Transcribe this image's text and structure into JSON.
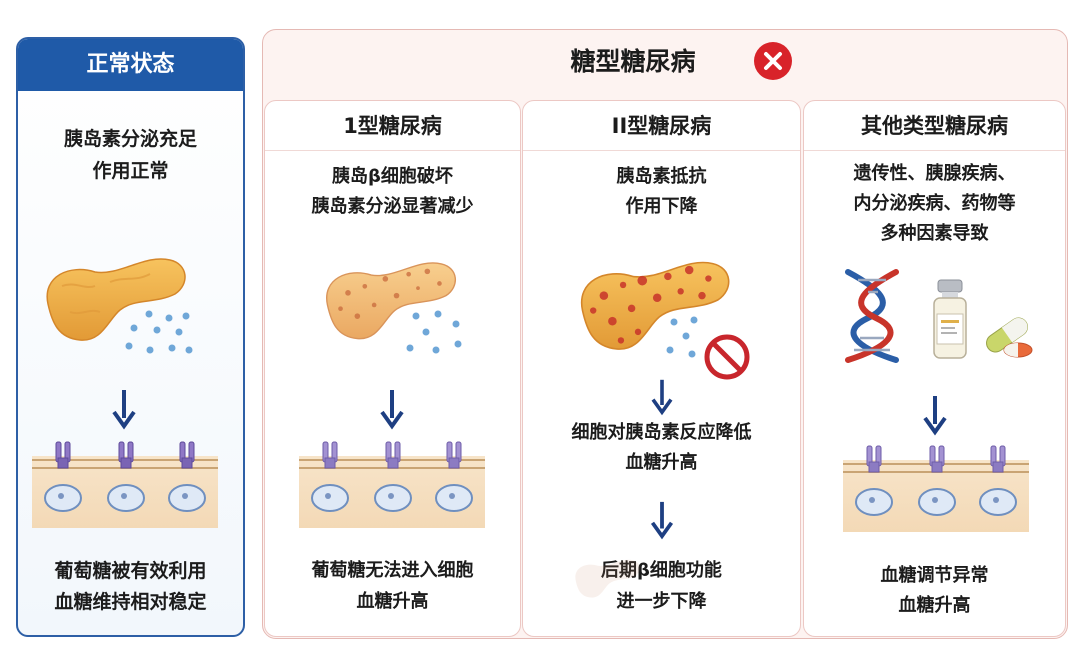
{
  "normal": {
    "title": "正常状态",
    "desc": [
      "胰岛素分泌充足",
      "作用正常"
    ],
    "result": [
      "葡萄糖被有效利用",
      "血糖维持相对稳定"
    ]
  },
  "diabetes": {
    "title": "糖型糖尿病",
    "type1": {
      "title": "1型糖尿病",
      "desc": [
        "胰岛β细胞破坏",
        "胰岛素分泌显著减少"
      ],
      "result": [
        "葡萄糖无法进入细胞",
        "血糖升高"
      ]
    },
    "type2": {
      "title": "II型糖尿病",
      "desc": [
        "胰岛素抵抗",
        "作用下降"
      ],
      "mid": [
        "细胞对胰岛素反应降低",
        "血糖升高"
      ],
      "result": [
        "后期β细胞功能",
        "进一步下降"
      ]
    },
    "other": {
      "title": "其他类型糖尿病",
      "desc": [
        "遗传性、胰腺疾病、",
        "内分泌疾病、药物等",
        "多种因素导致"
      ],
      "result": [
        "血糖调节异常",
        "血糖升高"
      ]
    }
  },
  "icons": {
    "pancreas": "pancreas-illustration",
    "insulin": "insulin-dots",
    "arrow": "arrow-down-icon",
    "membrane": "cell-membrane-receptors",
    "forbidden": "no-entry-icon",
    "dna": "dna-icon",
    "vial": "medicine-vial-icon",
    "capsule": "capsule-icon",
    "x": "x-circle-icon"
  },
  "colors": {
    "normal_header": "#1f5aa8",
    "normal_border": "#2d5fa6",
    "diabetes_border": "#e5b9b4",
    "diabetes_bg": "#fdf3f1",
    "x_badge": "#d8232a",
    "arrow": "#1e3f82",
    "pancreas": "#f1b04d",
    "receptor": "#8f78c6",
    "insulin_dot": "#6fa7d8"
  }
}
